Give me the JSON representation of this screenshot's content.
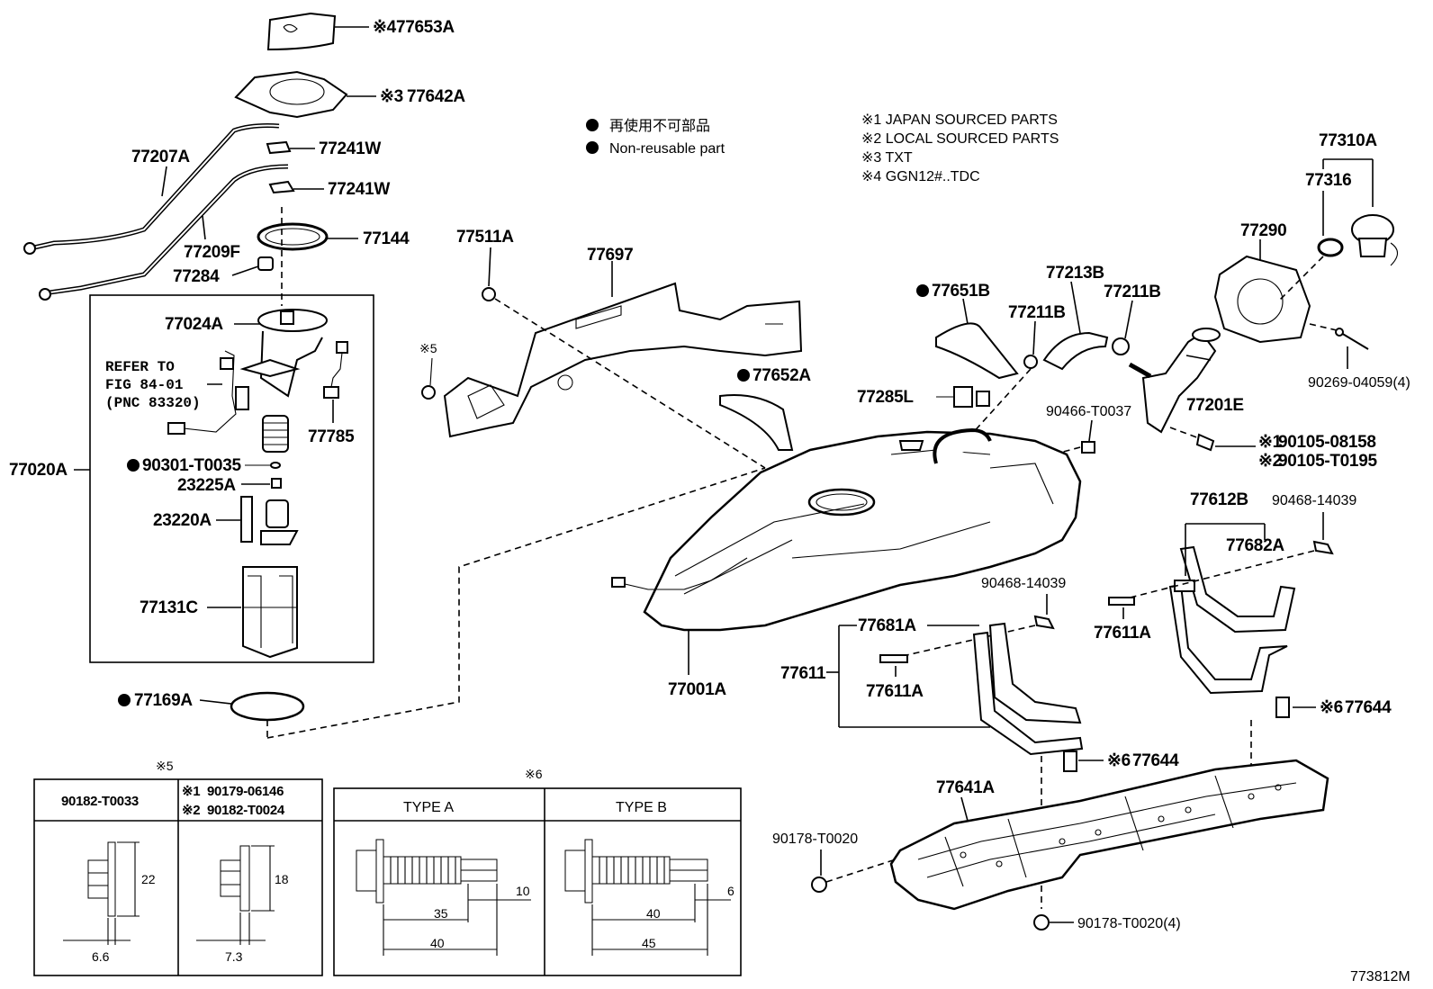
{
  "legend": {
    "nonreusable_jp": "再使用不可部品",
    "nonreusable_en": "Non-reusable part",
    "note1": "※1 JAPAN SOURCED PARTS",
    "note2": "※2 LOCAL SOURCED PARTS",
    "note3": "※3 TXT",
    "note4": "※4 GGN12#..TDC"
  },
  "labels": {
    "p77653A": "77653A",
    "m77653A": "※4",
    "p77642A": "77642A",
    "m77642A": "※3",
    "p77207A": "77207A",
    "p77241W_1": "77241W",
    "p77241W_2": "77241W",
    "p77209F": "77209F",
    "p77144": "77144",
    "p77284": "77284",
    "p77024A": "77024A",
    "refer1": "REFER TO",
    "refer2": "FIG 84-01",
    "refer3": "(PNC 83320)",
    "p77785": "77785",
    "p77020A": "77020A",
    "p90301": "90301-T0035",
    "p23225A": "23225A",
    "p23220A": "23220A",
    "p77131C": "77131C",
    "p77169A": "77169A",
    "p77511A": "77511A",
    "p77697": "77697",
    "note5": "※5",
    "p77651B": "77651B",
    "p77652A": "77652A",
    "p77213B": "77213B",
    "p77211B_1": "77211B",
    "p77211B_2": "77211B",
    "p77285L": "77285L",
    "p90466": "90466-T0037",
    "p77310A": "77310A",
    "p77316": "77316",
    "p77290": "77290",
    "p77201E": "77201E",
    "p90269": "90269-04059(4)",
    "p90105_1": "90105-08158",
    "m90105_1": "※1",
    "p90105_2": "90105-T0195",
    "m90105_2": "※2",
    "p77612B": "77612B",
    "p90468_1": "90468-14039",
    "p77682A": "77682A",
    "p90468_2": "90468-14039",
    "p77611A_1": "77611A",
    "p77681A": "77681A",
    "p77611": "77611",
    "p77611A_2": "77611A",
    "p77001A": "77001A",
    "p77644_1": "77644",
    "m77644_1": "※6",
    "p77644_2": "77644",
    "m77644_2": "※6",
    "p77641A": "77641A",
    "p90178": "90178-T0020",
    "p90178_4": "90178-T0020(4)",
    "fig_id": "773812M"
  },
  "table5": {
    "mark": "※5",
    "col1": "90182-T0033",
    "col2a": "90179-06146",
    "col2a_mark": "※1",
    "col2b": "90182-T0024",
    "col2b_mark": "※2",
    "d1_h": "22",
    "d1_w": "6.6",
    "d2_h": "18",
    "d2_w": "7.3"
  },
  "table6": {
    "mark": "※6",
    "typeA": "TYPE A",
    "typeB": "TYPE B",
    "a_tip": "10",
    "a_mid": "35",
    "a_len": "40",
    "b_tip": "6",
    "b_mid": "40",
    "b_len": "45"
  }
}
